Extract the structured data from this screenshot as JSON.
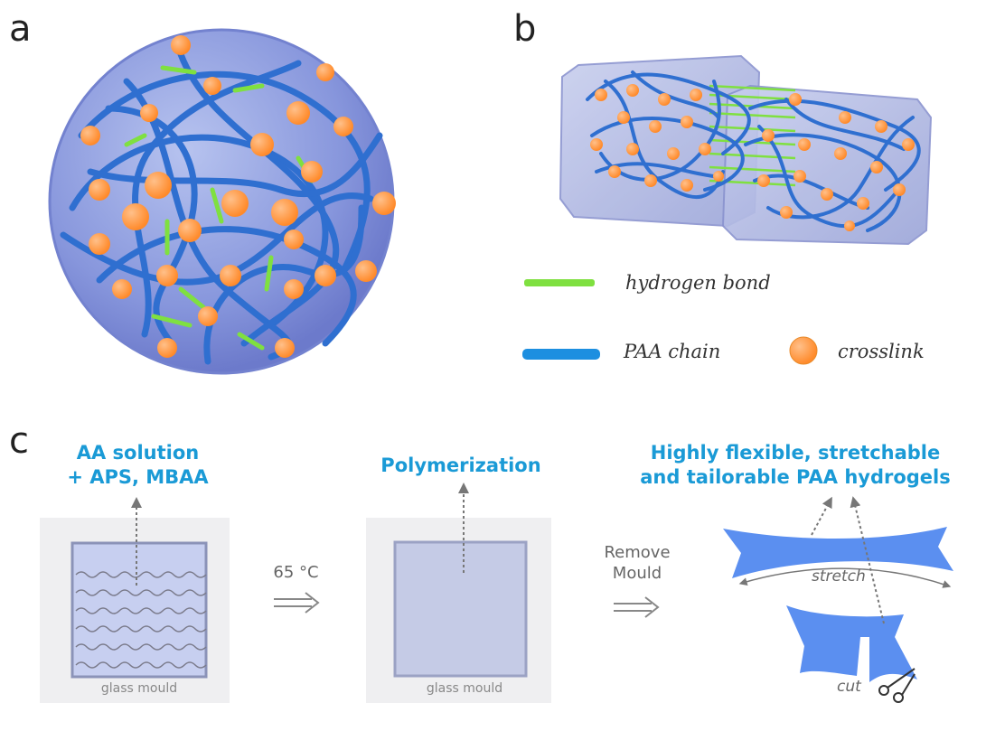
{
  "panels": {
    "a": "a",
    "b": "b",
    "c": "c"
  },
  "legend": {
    "hydrogen_bond": "hydrogen bond",
    "paa_chain": "PAA chain",
    "crosslink": "crosslink"
  },
  "process": {
    "step1_line1": "AA solution",
    "step1_line2": "+ APS, MBAA",
    "step2": "Polymerization",
    "step3_line1": "Highly flexible, stretchable",
    "step3_line2": "and tailorable PAA hydrogels",
    "temperature": "65 °C",
    "remove_line1": "Remove",
    "remove_line2": "Mould",
    "mould1": "glass  mould",
    "mould2": "glass  mould",
    "stretch": "stretch",
    "cut": "cut"
  },
  "colors": {
    "chain": "#2f6fd0",
    "crosslink": "#ff9a40",
    "hbond": "#7fe040",
    "gel": "#5b8ff0",
    "title_cyan": "#1a9ad6"
  }
}
